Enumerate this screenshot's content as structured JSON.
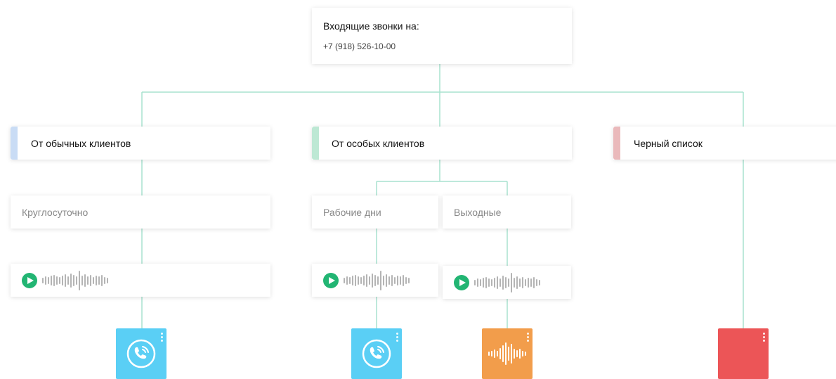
{
  "incoming": {
    "title": "Входящие звонки на:",
    "phone": "+7 (918) 526-10-00"
  },
  "groups": [
    {
      "label": "От обычных клиентов",
      "accent_color": "#c9dcf5"
    },
    {
      "label": "От особых клиентов",
      "accent_color": "#bde8d4"
    },
    {
      "label": "Черный список",
      "accent_color": "#eab9bb"
    }
  ],
  "conditions": {
    "round_the_clock": "Круглосуточно",
    "workdays": "Рабочие дни",
    "weekends": "Выходные"
  },
  "actions": [
    {
      "type": "call",
      "icon": "phone-call-icon",
      "color": "#5acff5"
    },
    {
      "type": "call",
      "icon": "phone-call-icon",
      "color": "#5acff5"
    },
    {
      "type": "audio",
      "icon": "sound-wave-icon",
      "color": "#f29d4b"
    },
    {
      "type": "block",
      "icon": "",
      "color": "#ec5557"
    }
  ],
  "colors": {
    "connector": "#a8e2cf",
    "play_button": "#22b573",
    "waveform": "#b4b4b4"
  }
}
